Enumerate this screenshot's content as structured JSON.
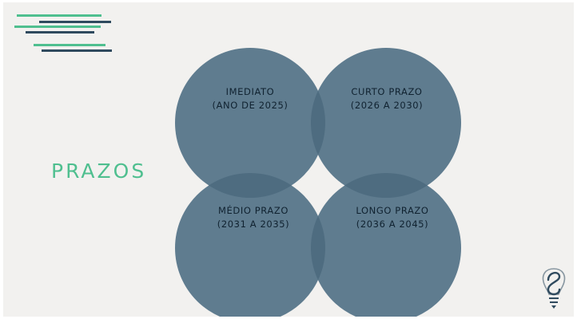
{
  "slide": {
    "title": "PRAZOS",
    "colors": {
      "background": "#f2f1ef",
      "circle": "#5f7c8f",
      "overlap": "#4e6c80",
      "title": "#4fbf8f",
      "label_text": "#102230",
      "deco_green": "#4fbf8f",
      "deco_navy": "#2f4a5e"
    },
    "circles": [
      {
        "name": "imediato",
        "line1": "IMEDIATO",
        "line2": "(ANO DE 2025)"
      },
      {
        "name": "curto-prazo",
        "line1": "CURTO PRAZO",
        "line2": "(2026 A 2030)"
      },
      {
        "name": "medio-prazo",
        "line1": "MÉDIO PRAZO",
        "line2": "(2031 A 2035)"
      },
      {
        "name": "longo-prazo",
        "line1": "LONGO PRAZO",
        "line2": "(2036 A 2045)"
      }
    ],
    "icons": {
      "decoration": "horizontal-lines-decoration-icon",
      "logo": "lightbulb-s-logo-icon"
    }
  }
}
